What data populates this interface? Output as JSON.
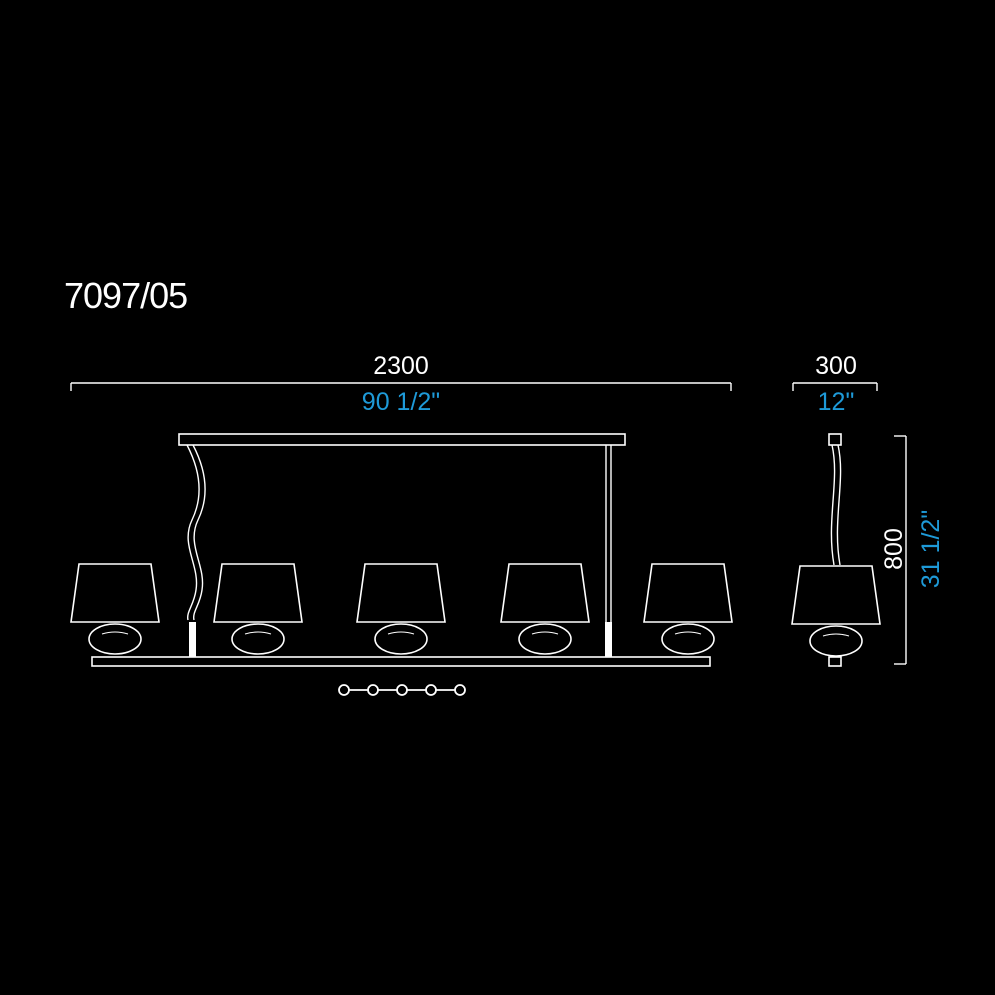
{
  "model": "7097/05",
  "dimensions": {
    "width_mm": "2300",
    "width_in": "90 1/2\"",
    "depth_mm": "300",
    "depth_in": "12\"",
    "height_mm": "800",
    "height_in": "31 1/2\""
  },
  "colors": {
    "background": "#000000",
    "line": "#ffffff",
    "imperial": "#1e9ad8"
  }
}
